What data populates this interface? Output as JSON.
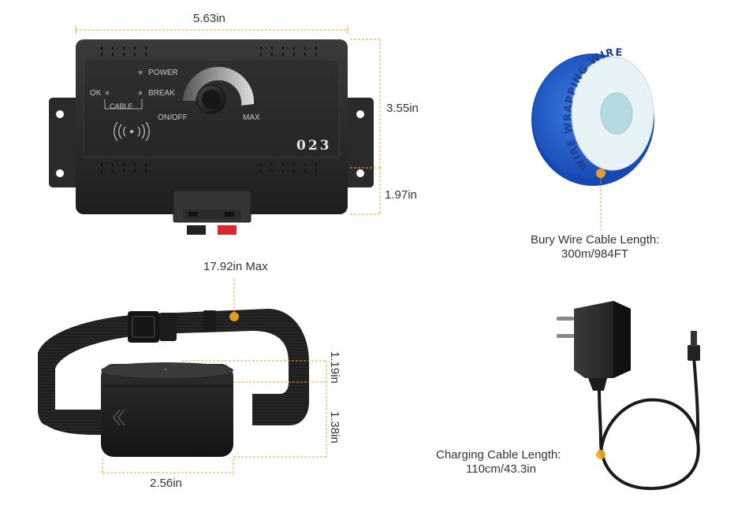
{
  "transmitter": {
    "width_label": "5.63in",
    "height_label": "3.55in",
    "depth_label": "1.97in",
    "led_power": "POWER",
    "led_break": "BREAK",
    "led_ok": "OK",
    "cable_label": "CABLE",
    "on_off": "ON/OFF",
    "max": "MAX",
    "model_code": "023"
  },
  "wire_spool": {
    "ring_text": "WIRE WRAPPING WIRE",
    "caption_line1": "Bury Wire Cable Length:",
    "caption_line2": "300m/984FT",
    "color": "#1e5fd6"
  },
  "collar": {
    "strap_label": "17.92in Max",
    "height_top_label": "1.19in",
    "height_bottom_label": "1.38in",
    "width_label": "2.56in"
  },
  "charger": {
    "caption_line1": "Charging Cable Length:",
    "caption_line2": "110cm/43.3in"
  },
  "colors": {
    "dimension_line": "#f0a030",
    "marker_dot": "#f5a623",
    "device_body": "#2b2b2b"
  }
}
